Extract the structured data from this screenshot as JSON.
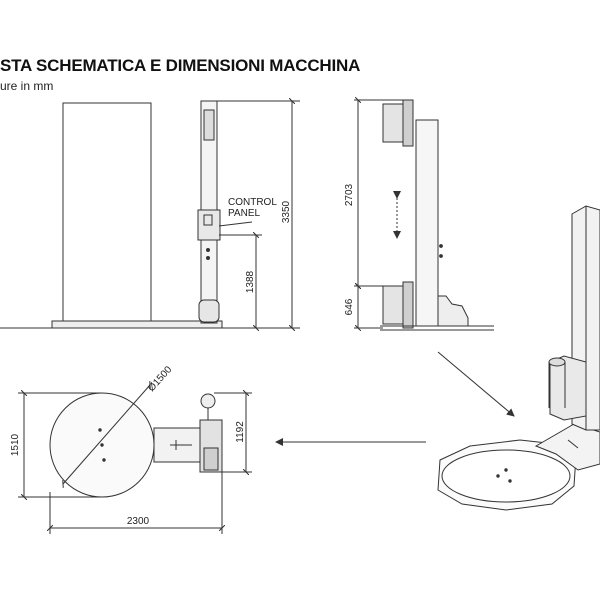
{
  "header": {
    "title": "STA SCHEMATICA E DIMENSIONI MACCHINA",
    "subtitle": "ure in mm"
  },
  "side_view": {
    "control_label_line1": "CONTROL",
    "control_label_line2": "PANEL",
    "dim_total_height": "3350",
    "dim_panel_height": "1388"
  },
  "profile_view": {
    "dim_travel": "2703",
    "dim_base": "646"
  },
  "top_view": {
    "dim_diameter": "Ø1500",
    "dim_overall_width": "2300",
    "dim_overall_depth": "1510",
    "dim_mast_depth": "1192"
  },
  "colors": {
    "line": "#333333",
    "background": "#ffffff"
  }
}
